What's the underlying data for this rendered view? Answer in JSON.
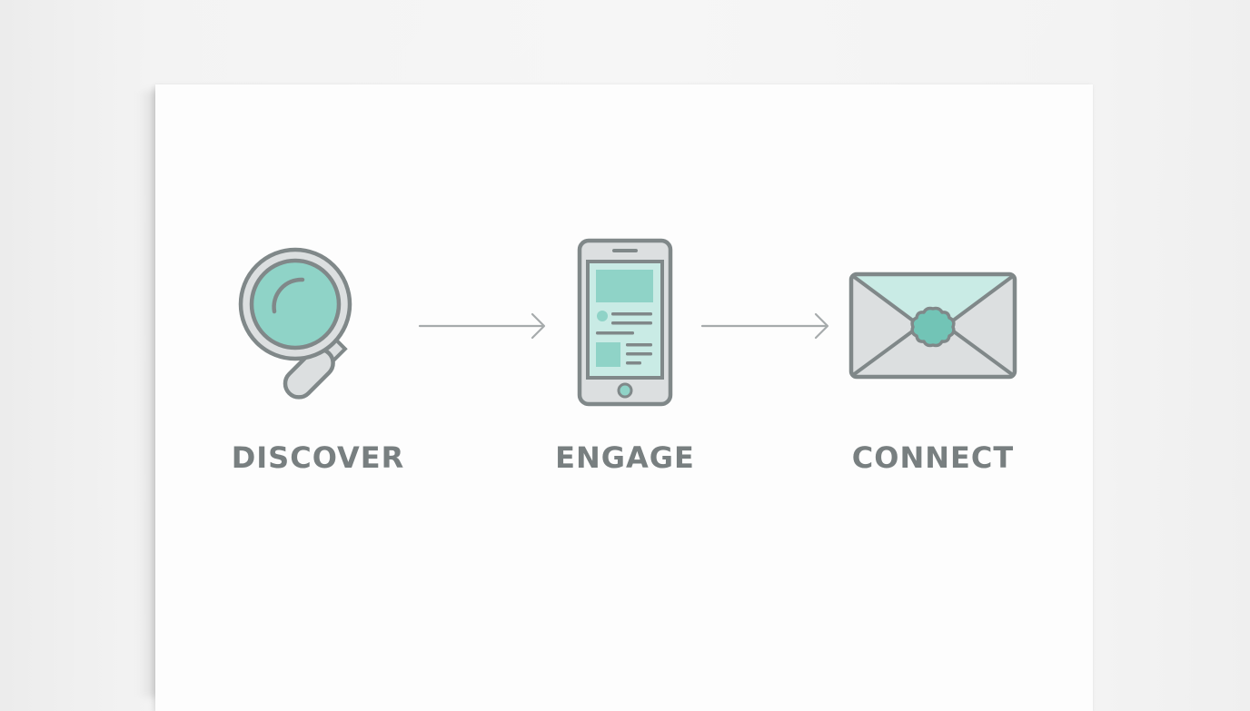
{
  "diagram": {
    "type": "process-flow",
    "colors": {
      "stroke": "#808889",
      "teal_fill": "#8fd3c7",
      "teal_light": "#c9ebe5",
      "gray_fill": "#dcdfe0",
      "label": "#787f80",
      "arrow": "#a6abac",
      "card": "#fdfdfd",
      "background": "#f3f3f3"
    },
    "steps": [
      {
        "label": "DISCOVER",
        "icon": "magnifying-glass-icon"
      },
      {
        "label": "ENGAGE",
        "icon": "smartphone-icon"
      },
      {
        "label": "CONNECT",
        "icon": "envelope-icon"
      }
    ],
    "connectors": [
      {
        "from": "DISCOVER",
        "to": "ENGAGE",
        "icon": "arrow-right-icon"
      },
      {
        "from": "ENGAGE",
        "to": "CONNECT",
        "icon": "arrow-right-icon"
      }
    ]
  }
}
